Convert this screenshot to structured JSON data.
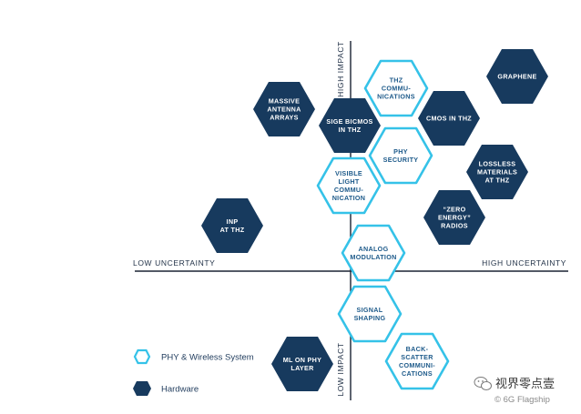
{
  "axes": {
    "top": "HIGH IMPACT",
    "bottom": "LOW IMPACT",
    "left": "LOW UNCERTAINTY",
    "right": "HIGH UNCERTAINTY"
  },
  "colors": {
    "hardware": "#173a5e",
    "phy_stroke": "#35c2e8",
    "phy_text": "#1d5a8a",
    "axis": "#1b2333"
  },
  "legend": [
    {
      "label": "PHY & Wireless System",
      "kind": "phy"
    },
    {
      "label": "Hardware",
      "kind": "hardware"
    }
  ],
  "nodes": [
    {
      "id": "thz-communications",
      "kind": "phy",
      "lines": [
        "THZ",
        "COMMU-",
        "NICATIONS"
      ]
    },
    {
      "id": "graphene",
      "kind": "hardware",
      "lines": [
        "GRAPHENE"
      ]
    },
    {
      "id": "massive-antenna-arrays",
      "kind": "hardware",
      "lines": [
        "MASSIVE",
        "ANTENNA",
        "ARRAYS"
      ]
    },
    {
      "id": "sige-bicmos-in-thz",
      "kind": "hardware",
      "lines": [
        "SIGE BICMOS",
        "IN THZ"
      ]
    },
    {
      "id": "cmos-in-thz",
      "kind": "hardware",
      "lines": [
        "CMOS IN THZ"
      ]
    },
    {
      "id": "phy-security",
      "kind": "phy",
      "lines": [
        "PHY",
        "SECURITY"
      ]
    },
    {
      "id": "lossless-materials-at-thz",
      "kind": "hardware",
      "lines": [
        "LOSSLESS",
        "MATERIALS",
        "AT THZ"
      ]
    },
    {
      "id": "visible-light-communication",
      "kind": "phy",
      "lines": [
        "VISIBLE",
        "LIGHT",
        "COMMU-",
        "NICATION"
      ]
    },
    {
      "id": "zero-energy-radios",
      "kind": "hardware",
      "lines": [
        "“ZERO",
        "ENERGY”",
        "RADIOS"
      ]
    },
    {
      "id": "inp-at-thz",
      "kind": "hardware",
      "lines": [
        "INP",
        "AT THZ"
      ]
    },
    {
      "id": "analog-modulation",
      "kind": "phy",
      "lines": [
        "ANALOG",
        "MODULATION"
      ]
    },
    {
      "id": "signal-shaping",
      "kind": "phy",
      "lines": [
        "SIGNAL",
        "SHAPING"
      ]
    },
    {
      "id": "ml-on-phy-layer",
      "kind": "hardware",
      "lines": [
        "ML ON PHY",
        "LAYER"
      ]
    },
    {
      "id": "backscatter-communications",
      "kind": "phy",
      "lines": [
        "BACK-",
        "SCATTER",
        "COMMUNI-",
        "CATIONS"
      ]
    }
  ],
  "watermark": {
    "main": "视界零点壹",
    "sub": "© 6G Flagship"
  }
}
